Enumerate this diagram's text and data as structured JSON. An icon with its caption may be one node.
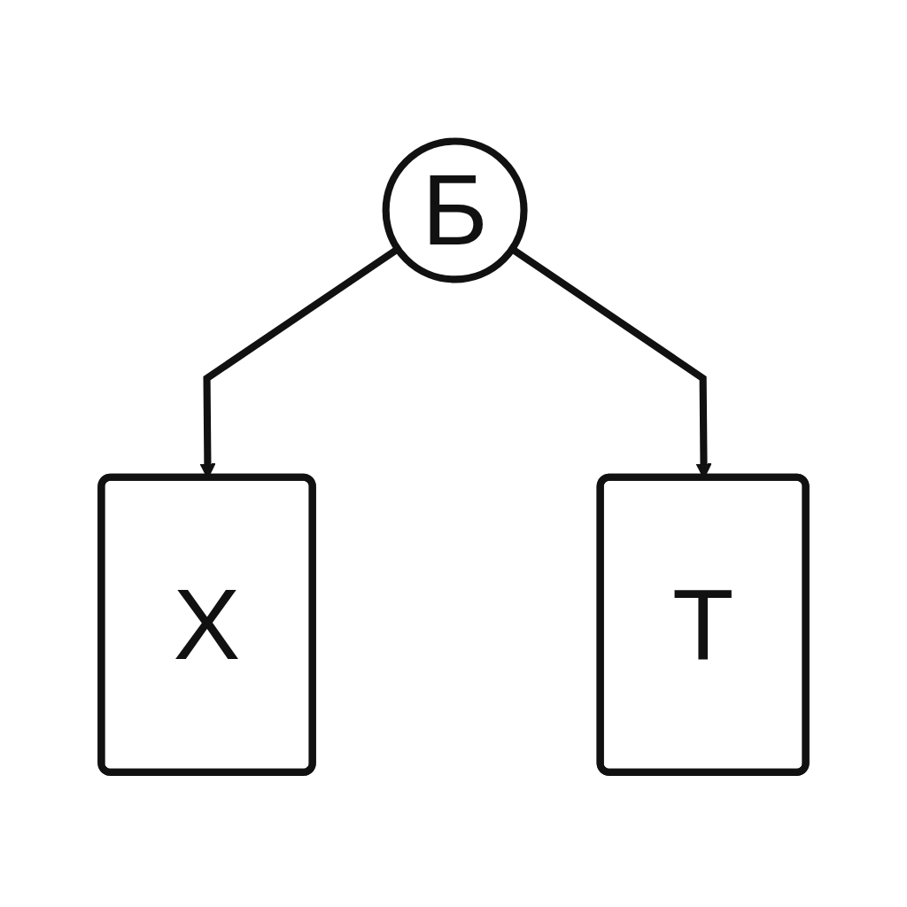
{
  "diagram": {
    "nodes": [
      {
        "text": [
          "Б"
        ]
      },
      {
        "text": [
          "Х"
        ]
      },
      {
        "text": [
          "Т"
        ]
      }
    ],
    "edges": [
      {
        "from": 0,
        "to": 1,
        "arrow": "to"
      },
      {
        "from": 0,
        "to": 2,
        "arrow": "to"
      }
    ]
  }
}
